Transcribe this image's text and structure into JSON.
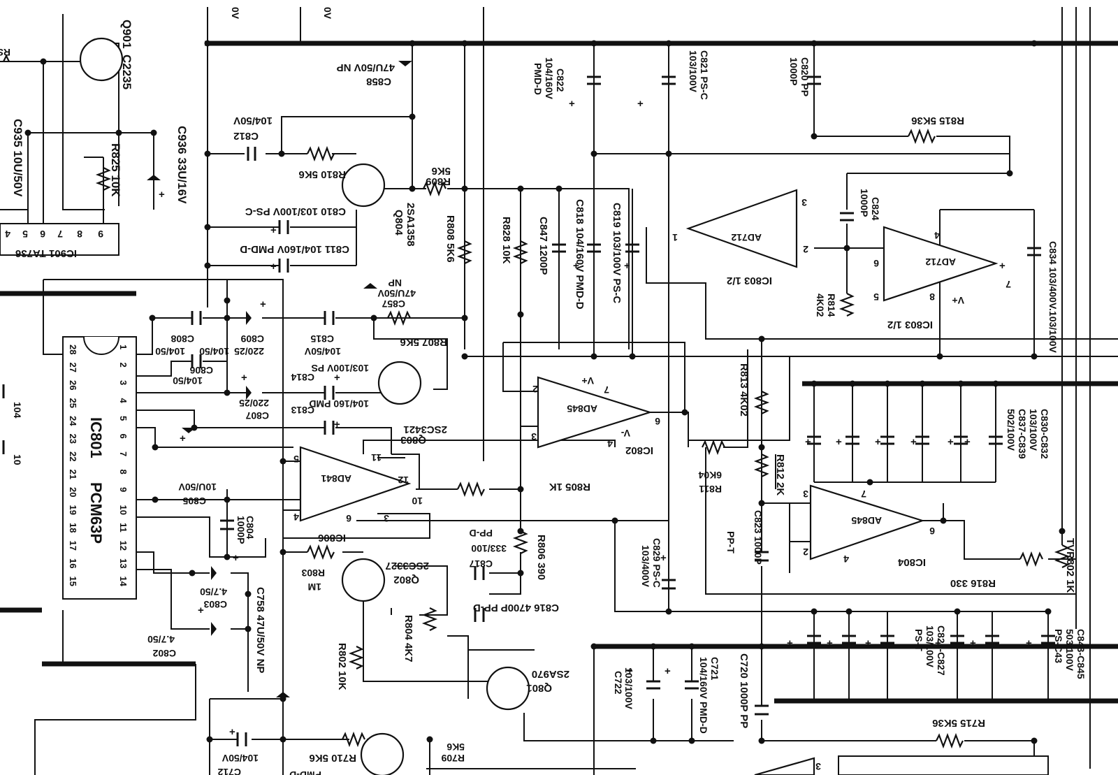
{
  "components": {
    "q901": {
      "ref": "Q901",
      "part": "C2235"
    },
    "c935": "C935 10U/50V",
    "r825": "R825 10K",
    "c936": "C936 33U/16V",
    "ic901": "IC901 TA736",
    "c858": {
      "ref": "C858",
      "value": "47U/50V NP"
    },
    "c812": {
      "ref": "C812",
      "value": "104/50V"
    },
    "r810": "R810 5K6",
    "q804": {
      "ref": "Q804",
      "part": "2SA1358"
    },
    "r809": {
      "ref": "R809",
      "value": "5K6"
    },
    "c810": "C810 103/100V PS-C",
    "c811": "C811 104/160V PMD-D",
    "r808": "R808 5K6",
    "c857": {
      "ref": "C857",
      "value": "47U/50V",
      "type": "NP"
    },
    "c822": {
      "ref": "C822",
      "value": "104/160V",
      "type": "PMD-D"
    },
    "c821": {
      "ref": "C821 PS-C",
      "value": "103/100V"
    },
    "c820": {
      "ref": "C820 PP",
      "value": "1000P"
    },
    "r815": "R815 5K36",
    "r828": "R828 10K",
    "c847": "C847 1200P",
    "c818": "C818 104/160V PMD-D",
    "c819": "C819 103/100V PS-C",
    "ic803a": {
      "ref": "IC803 1/2",
      "part": "AD712"
    },
    "c824": {
      "ref": "C824",
      "value": "1000P"
    },
    "ic803b": {
      "ref": "IC803 1/2",
      "part": "AD712"
    },
    "c834": "C834 103/400V.103/100V",
    "r814": {
      "ref": "R814",
      "value": "4K02"
    },
    "ic801": {
      "ref": "IC801",
      "part": "PCM63P"
    },
    "c808": {
      "ref": "C808",
      "value": "104/50"
    },
    "c809": {
      "ref": "C809",
      "value": "220/25"
    },
    "c815": {
      "ref": "C815",
      "value": "104/50V"
    },
    "r807": "R807 5K6",
    "c806": {
      "ref": "C806",
      "value": "104/50"
    },
    "c814": {
      "ref": "C814",
      "value": "103/100V PS"
    },
    "c807": {
      "ref": "C807",
      "value": "220/25"
    },
    "c813": {
      "ref": "C813",
      "value": "104/160 PMD"
    },
    "q803": {
      "ref": "Q803",
      "part": "2SC3421"
    },
    "ic802": {
      "ref": "IC802",
      "part": "AD845"
    },
    "r813": "R813 4K02",
    "c830": {
      "ref": "C830-C832",
      "value": "103/100V"
    },
    "c837": {
      "ref": "C837-C839",
      "value": "502/100V"
    },
    "c805": {
      "ref": "C805",
      "value": "10U/50V"
    },
    "ic806": {
      "ref": "IC806",
      "part": "AD841"
    },
    "r805": "R805 1K",
    "r811": {
      "ref": "R811",
      "value": "6K04"
    },
    "r812": "R812 2K",
    "c823": {
      "ref": "C823 1000P",
      "type": "PP-T"
    },
    "ic804": {
      "ref": "IC804",
      "part": "AD845"
    },
    "c804": {
      "ref": "C804",
      "value": "1000P"
    },
    "c817": {
      "ref": "C817",
      "value": "333/100",
      "type": "PP-D"
    },
    "r806": "R806 390",
    "c829": {
      "ref": "C829 PS-C",
      "value": "103/400V"
    },
    "r816": "R816 330",
    "tvr802": "TVR802 1K",
    "r803": {
      "ref": "R803",
      "value": "1M"
    },
    "q802": {
      "ref": "Q802",
      "part": "2SC3327"
    },
    "c803": {
      "ref": "C803",
      "value": "4.7/50"
    },
    "c758": "C758 47U/50V NP",
    "r804": "R804 4K7",
    "c816": "C816 4700P PP-D",
    "c802": {
      "ref": "C802",
      "value": "4.7/50"
    },
    "c825": {
      "ref": "C825-C827",
      "value": "103/100V",
      "type": "PS-T"
    },
    "c843": {
      "ref": "C843-C845",
      "value": "503/100V",
      "type": "PS-C43"
    },
    "r802": "R802 10K",
    "q801": {
      "ref": "Q801",
      "part": "2SA970"
    },
    "c722": {
      "ref": "C722",
      "value": "103/100V"
    },
    "c721": {
      "ref": "C721",
      "value": "104/160V PMD-D"
    },
    "c720": "C720 1000P PP",
    "r715": "R715 5K36",
    "c712": {
      "ref": "C712",
      "value": "104/50V"
    },
    "r710": "R710 5K6",
    "r709": {
      "ref": "R709",
      "value": "5K6"
    }
  },
  "pins": {
    "ic801_left": [
      "28",
      "27",
      "26",
      "25",
      "24",
      "23",
      "22",
      "21",
      "20",
      "19",
      "18",
      "17",
      "16",
      "15"
    ],
    "ic801_right": [
      "1",
      "2",
      "3",
      "4",
      "5",
      "6",
      "7",
      "8",
      "9",
      "10",
      "11",
      "12",
      "13",
      "14"
    ],
    "ic901": [
      "4",
      "5",
      "6",
      "7",
      "8",
      "9"
    ],
    "ic806": {
      "p5": "5",
      "p4": "4",
      "p6": "6",
      "p3": "3",
      "p12": "12",
      "p11": "11",
      "p10": "10"
    },
    "ic802": {
      "p2": "2",
      "p3": "3",
      "p7": "7",
      "p4": "4",
      "p6": "6"
    },
    "ic803a": {
      "p3": "3",
      "p2": "2",
      "p1": "1"
    },
    "ic803b": {
      "p4": "4",
      "p6": "6",
      "p5": "5",
      "p8": "8",
      "p7": "7"
    },
    "ic804": {
      "p3": "3",
      "p2": "2",
      "p7": "7",
      "p4": "4",
      "p6": "6"
    }
  },
  "fragments": {
    "volt_a": "0V",
    "volt_b": "0V",
    "rs": "RS",
    "edge_104a": "104",
    "edge_10": "10",
    "vplus": "V+",
    "vminus": "V-",
    "v_plus_ic803": "V+",
    "pin3_bottom": "3",
    "pmd_frag": "PMD-D"
  }
}
